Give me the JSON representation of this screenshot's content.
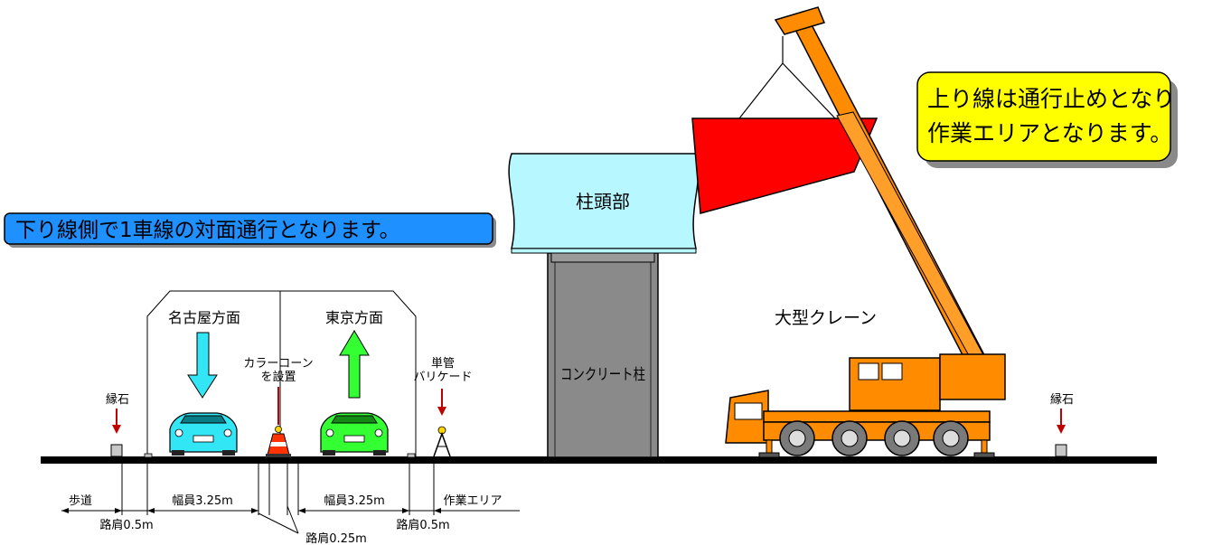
{
  "callouts": {
    "upbound": {
      "line1": "上り線は通行止めとなり",
      "line2": "作業エリアとなります。",
      "bg": "#FFFF00"
    },
    "downbound": {
      "text": "下り線側で1車線の対面通行となります。",
      "bg": "#1E90FF"
    }
  },
  "structure": {
    "pier_head": "柱頭部",
    "pier_head_color": "#B7F7FF",
    "column": "コンクリート柱",
    "column_color": "#8A8A8A",
    "segment_color": "#FF0000"
  },
  "crane": {
    "label": "大型クレーン",
    "color": "#FF8C00"
  },
  "traffic": {
    "nagoya": "名古屋方面",
    "tokyo": "東京方面",
    "nagoya_arrow_color": "#33E6F5",
    "tokyo_arrow_color": "#33FF33"
  },
  "labels": {
    "curb_left": "縁石",
    "curb_right": "縁石",
    "cone_line1": "カラーコーン",
    "cone_line2": "を設置",
    "barricade_line1": "単管",
    "barricade_line2": "バリケード"
  },
  "dimensions": {
    "sidewalk": "歩道",
    "width_left": "幅員3.25m",
    "width_right": "幅員3.25m",
    "work_area": "作業エリア",
    "shoulder_left": "路肩0.5m",
    "shoulder_center": "路肩0.25m",
    "shoulder_right": "路肩0.5m"
  }
}
